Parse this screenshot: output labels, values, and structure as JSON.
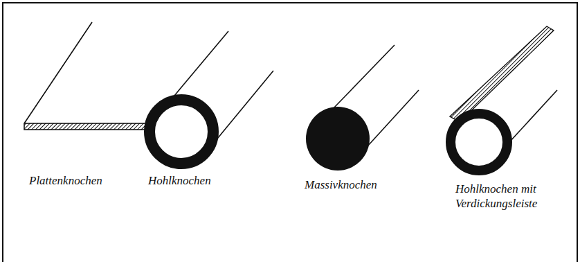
{
  "diagram": {
    "labels": [
      "Plattenknochen",
      "Hohlknochen",
      "Massivknochen",
      "Hohlknochen mit Verdickungsleiste"
    ]
  }
}
